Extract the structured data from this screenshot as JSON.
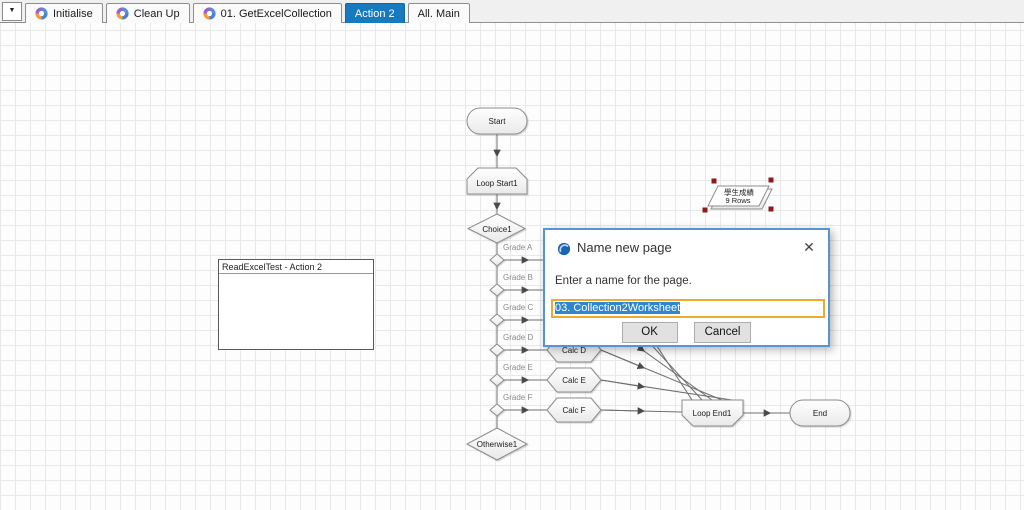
{
  "tab_bar": {
    "overflow_glyph": "▼",
    "tabs": [
      {
        "label": "Initialise",
        "active": false,
        "icon": "page-icon"
      },
      {
        "label": "Clean Up",
        "active": false,
        "icon": "page-icon"
      },
      {
        "label": "01. GetExcelCollection",
        "active": false,
        "icon": "page-icon"
      },
      {
        "label": "Action 2",
        "active": true
      },
      {
        "label": "All. Main",
        "active": false
      }
    ]
  },
  "canvas": {
    "note_box": {
      "title": "ReadExcelTest - Action 2"
    },
    "stages": {
      "start": "Start",
      "loop_start": "Loop Start1",
      "choice": "Choice1",
      "otherwise": "Otherwise1",
      "loop_end": "Loop End1",
      "end": "End"
    },
    "branches": [
      {
        "label": "Grade A"
      },
      {
        "label": "Grade B"
      },
      {
        "label": "Grade C"
      },
      {
        "label": "Grade D",
        "calc": "Calc D"
      },
      {
        "label": "Grade E",
        "calc": "Calc E"
      },
      {
        "label": "Grade F",
        "calc": "Calc F"
      }
    ],
    "collection": {
      "line1": "學生成績",
      "line2": "9 Rows"
    }
  },
  "dialog": {
    "title": "Name new page",
    "message": "Enter a name for the page.",
    "input_value": "03. Collection2Worksheet",
    "ok_label": "OK",
    "cancel_label": "Cancel",
    "close_glyph": "✕"
  },
  "colors": {
    "active_tab": "#1779be",
    "dialog_border": "#5694d2",
    "input_border": "#edaa2d",
    "text_selection": "#2e86cf",
    "selection_handle": "#8b1c1c"
  }
}
